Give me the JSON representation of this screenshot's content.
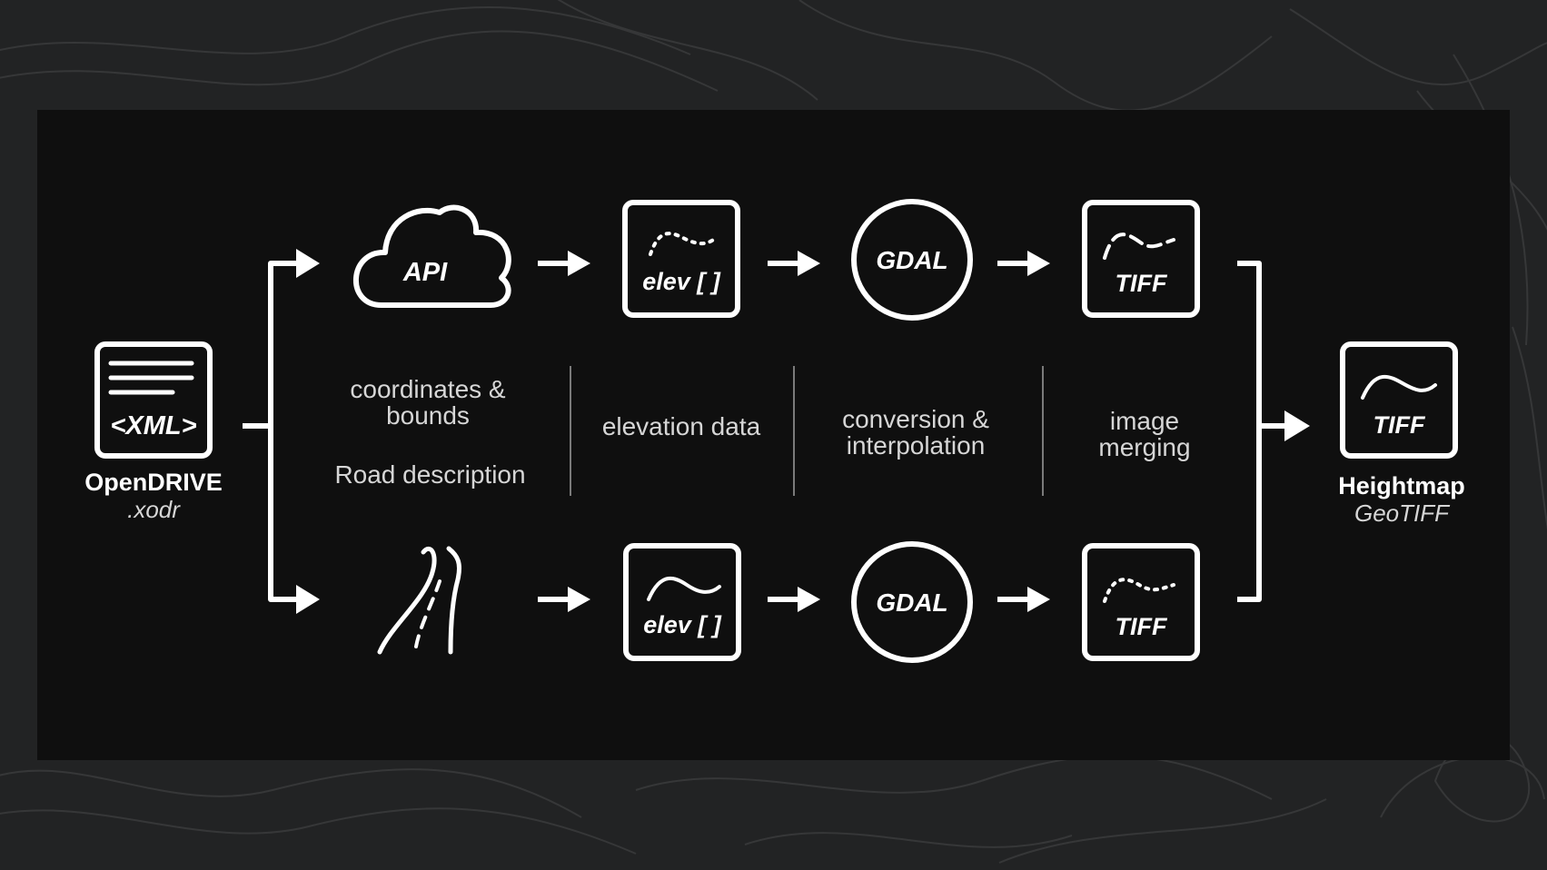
{
  "source": {
    "icon_text": "<XML>",
    "title": "OpenDRIVE",
    "subtitle": ".xodr"
  },
  "top_row": {
    "cloud_text": "API",
    "elev_text": "elev [ ]",
    "gdal_text": "GDAL",
    "tiff_text": "TIFF"
  },
  "bottom_row": {
    "elev_text": "elev [ ]",
    "gdal_text": "GDAL",
    "tiff_text": "TIFF"
  },
  "stages": {
    "stage1_top": "coordinates &\nbounds",
    "stage1_bottom": "Road description",
    "stage2": "elevation data",
    "stage3": "conversion &\ninterpolation",
    "stage4": "image\nmerging"
  },
  "output": {
    "icon_text": "TIFF",
    "title": "Heightmap",
    "subtitle": "GeoTIFF"
  }
}
